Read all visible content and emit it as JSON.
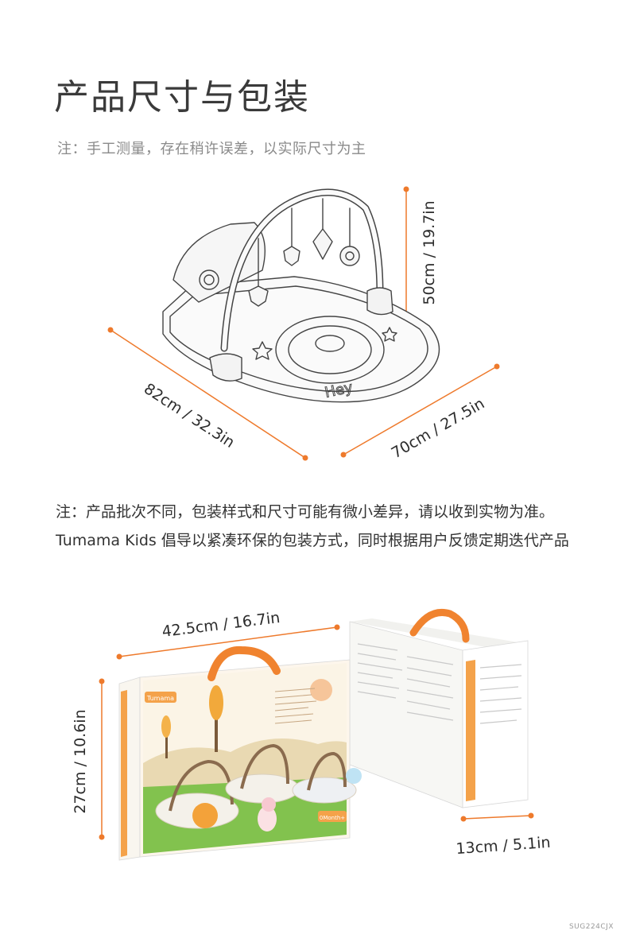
{
  "header": {
    "title": "产品尺寸与包装",
    "subtitle": "注：手工测量，存在稍许误差，以实际尺寸为主"
  },
  "product": {
    "height": "50cm / 19.7in",
    "length": "82cm / 32.3in",
    "width": "70cm / 27.5in",
    "mat_text": "Hey"
  },
  "note": "注：产品批次不同，包装样式和尺寸可能有微小差异，请以收到实物为准。Tumama Kids 倡导以紧凑环保的包装方式，同时根据用户反馈定期迭代产品",
  "package": {
    "length": "42.5cm / 16.7in",
    "height": "27cm / 10.6in",
    "depth": "13cm / 5.1in",
    "brand": "Tumama",
    "age_badge": "0Month+"
  },
  "footer_code": "SUG224CJX",
  "colors": {
    "accent": "#ee7a2c",
    "handle": "#f0832f",
    "line": "#444444"
  }
}
